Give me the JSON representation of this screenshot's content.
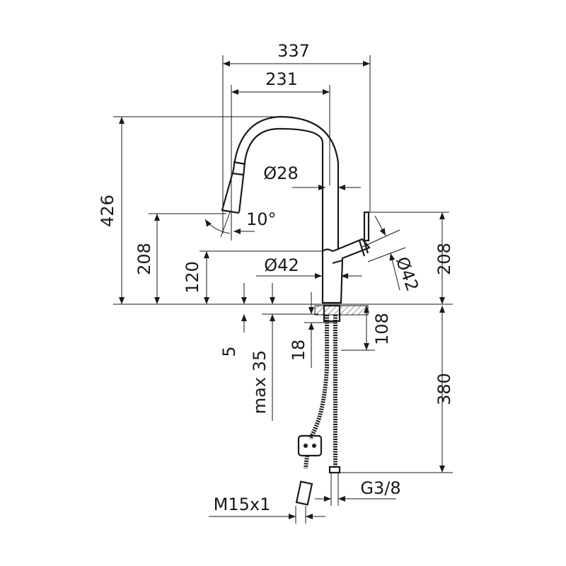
{
  "title": "Kitchen faucet technical drawing with pull-out spray",
  "dimensions": {
    "overall_reach": "337",
    "spout_reach": "231",
    "total_height": "426",
    "spout_outlet_height_left": "208",
    "body_height": "120",
    "lever_height_right": "208",
    "hose_length": "380",
    "shank_length": "108",
    "deck_min": "5",
    "deck_max": "max 35",
    "nut_height": "18",
    "spout_diameter": "Ø28",
    "body_diameter": "Ø42",
    "lever_diameter": "Ø42",
    "spray_angle": "10°",
    "supply_thread": "G3/8",
    "spray_thread": "M15x1"
  },
  "colors": {
    "line": "#1a1a1a",
    "background": "#ffffff"
  }
}
